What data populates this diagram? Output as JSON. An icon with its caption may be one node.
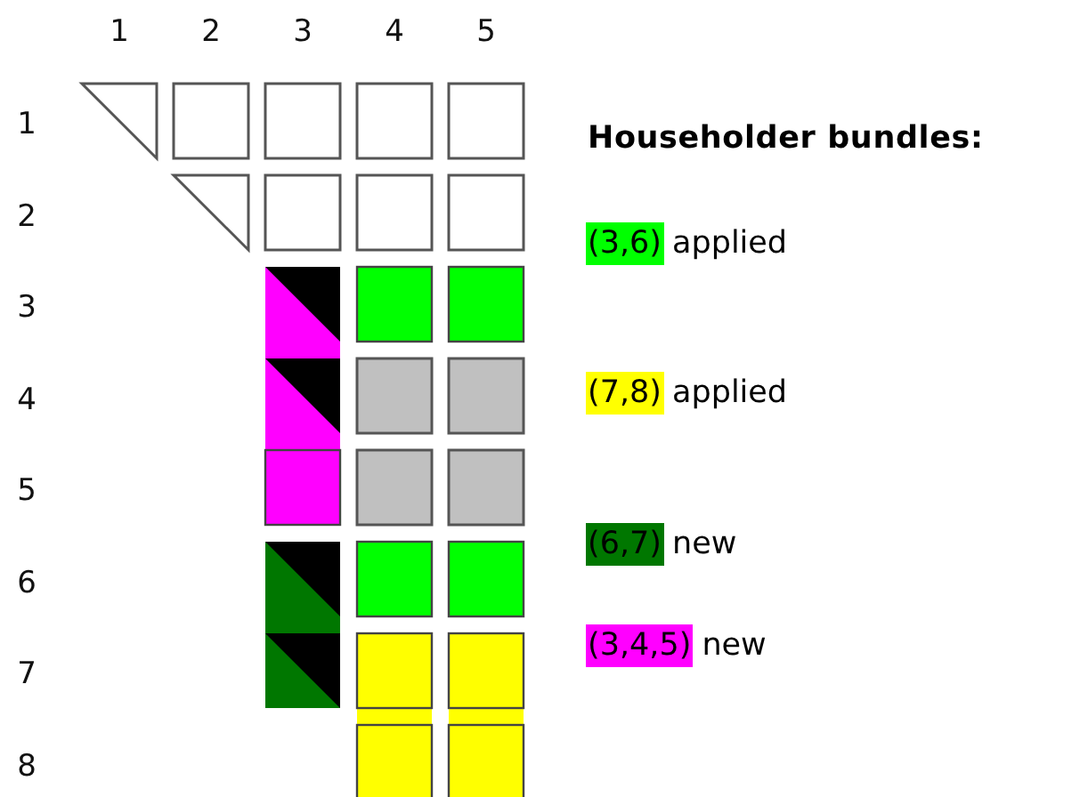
{
  "diagram": {
    "title": "Householder bundles:",
    "labels": [
      "1",
      "2",
      "3",
      "4",
      "5",
      "1",
      "2",
      "3",
      "4",
      "5",
      "6",
      "7",
      "8",
      "(3,6)",
      "(7,8)",
      "(6,7)",
      "(3,4,5)"
    ],
    "legend": [
      {
        "text": "applied",
        "color": "#00ff00"
      },
      {
        "text": "applied",
        "color": "#ffff00"
      },
      {
        "text": "new",
        "color": "#007700"
      },
      {
        "text": "new",
        "color": "#ff00ff"
      }
    ]
  }
}
